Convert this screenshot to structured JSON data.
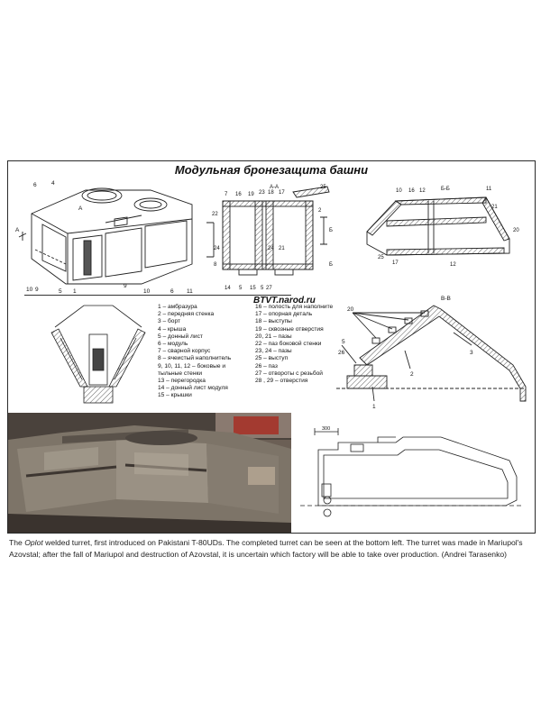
{
  "figure": {
    "title": "Модульная бронезащита башни",
    "source_label": "BTVT.narod.ru",
    "section_labels": {
      "aa": "А-А",
      "bb": "Б-Б",
      "vv": "В-В"
    },
    "callouts": {
      "iso": [
        "6",
        "4",
        "9",
        "10",
        "5",
        "1",
        "9",
        "10",
        "6",
        "11",
        "А",
        "А"
      ],
      "aa": [
        "7",
        "16",
        "19",
        "23",
        "18",
        "17",
        "25",
        "22",
        "2",
        "24",
        "21",
        "14",
        "5",
        "15",
        "8",
        "27",
        "24",
        "5",
        "Б",
        "Б"
      ],
      "bb": [
        "10",
        "16",
        "12",
        "11",
        "21",
        "20",
        "25",
        "17",
        "12"
      ],
      "vv": [
        "20",
        "5",
        "26",
        "2",
        "3",
        "1"
      ]
    },
    "legend": {
      "left": [
        "1 –  амбразура",
        "2 –  передняя стенка",
        "3 –  борт",
        "4 –  крыша",
        "5 –  донный лист",
        "6 –  модуль",
        "7 –  сварной корпус",
        "8 –  ячеистый наполнитель",
        "9, 10, 11, 12 – боковые и",
        "      тыльные стенки",
        "13 – перегородка",
        "14 – донный лист модуля",
        "15 – крышки"
      ],
      "right": [
        "16 – полость для наполните",
        "17 – опорная деталь",
        "18 – выступы",
        "19 – сквозные отверстия",
        "20, 21 – пазы",
        "22 – паз боковой стенки",
        "23, 24 – пазы",
        "25 – выступ",
        "26 – паз",
        "27 – отвороты с резьбой",
        "28 , 29 – отверстия"
      ]
    },
    "dimension_label": "300"
  },
  "caption": {
    "prefix": "The ",
    "italic": "Oplot",
    "rest": " welded turret, first introduced on Pakistani T-80UDs. The completed turret can be seen at the bottom left. The turret was made in Mariupol's Azovstal; after the fall of Mariupol and destruction of Azovstal, it is uncertain which factory will be able to take over production. (Andrei Tarasenko)"
  }
}
